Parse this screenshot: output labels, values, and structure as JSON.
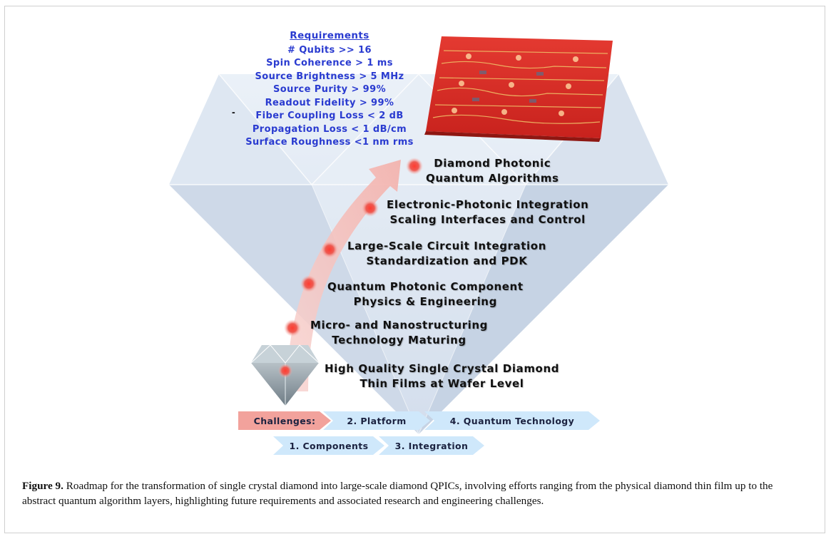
{
  "requirements": {
    "title": "Requirements",
    "items": [
      "# Qubits >> 16",
      "Spin Coherence > 1 ms",
      "Source Brightness > 5 MHz",
      "Source Purity > 99%",
      "Readout Fidelity > 99%",
      "Fiber Coupling Loss < 2 dB",
      "Propagation Loss < 1 dB/cm",
      "Surface Roughness <1 nm rms"
    ],
    "dash": "-"
  },
  "milestones": [
    {
      "line1": "Diamond Photonic",
      "line2": "Quantum Algorithms"
    },
    {
      "line1": "Electronic-Photonic Integration",
      "line2": "Scaling Interfaces and Control"
    },
    {
      "line1": "Large-Scale Circuit Integration",
      "line2": "Standardization and PDK"
    },
    {
      "line1": "Quantum Photonic Component",
      "line2": "Physics & Engineering"
    },
    {
      "line1": "Micro- and Nanostructuring",
      "line2": "Technology Maturing"
    },
    {
      "line1": "High Quality Single Crystal Diamond",
      "line2": "Thin Films at Wafer Level"
    }
  ],
  "challenges": {
    "label": "Challenges:",
    "platform": "2. Platform",
    "quantum_technology": "4. Quantum Technology",
    "components": "1. Components",
    "integration": "3. Integration"
  },
  "caption": {
    "label": "Figure 9.",
    "text": " Roadmap for the transformation of single crystal diamond into large-scale diamond QPICs, involving efforts ranging from the physical diamond thin film up to the abstract quantum algorithm layers, highlighting future requirements and associated research and engineering challenges."
  },
  "colors": {
    "requirements_text": "#2a3bd0",
    "chip_red": "#d8322c",
    "arrow_pink": "#f2b8b4",
    "chevron_blue": "#cfe8fb",
    "challenge_pink": "#f2a29c"
  }
}
